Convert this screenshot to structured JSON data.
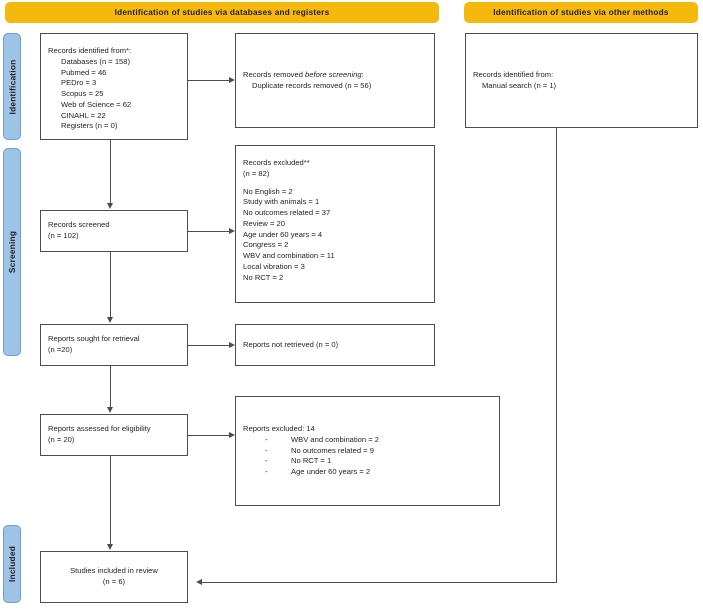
{
  "diagram": {
    "type": "prisma-2020-flow-diagram",
    "colors": {
      "banner": "#f5b80c",
      "rail": "#9dc3e6",
      "rail_border": "#6f9fd0",
      "box_border": "#4d4d4f",
      "text": "#231f20",
      "background": "#ffffff"
    }
  },
  "banners": {
    "databases": "Identification of studies via databases and registers",
    "other_methods": "Identification of studies via other methods"
  },
  "stages": [
    {
      "label": "Identification"
    },
    {
      "label": "Screening"
    },
    {
      "label": "Included"
    }
  ],
  "boxes": {
    "records_identified": {
      "heading": "Records identified from*:",
      "lines": [
        "Databases (n = 158)",
        "Pubmed = 46",
        "PEDro = 3",
        "Scopus = 25",
        "Web of Science = 62",
        "CINAHL = 22",
        "Registers (n = 0)"
      ]
    },
    "records_removed": {
      "line1_normal": "Records removed ",
      "line1_italic": "before screening",
      "line1_tail": ":",
      "line2": "Duplicate records removed (n = 56)"
    },
    "records_screened": {
      "line1": "Records screened",
      "line2": "(n = 102)"
    },
    "records_excluded": {
      "heading": "Records excluded**",
      "count": "(n = 82)",
      "reasons": [
        "No English = 2",
        "Study with animals = 1",
        "No outcomes related = 37",
        "Review = 20",
        "Age under 60 years = 4",
        "Congress = 2",
        "WBV and combination = 11",
        "Local vibration = 3",
        "No RCT = 2"
      ]
    },
    "reports_sought": {
      "line1": "Reports sought for retrieval",
      "line2": "(n =20)"
    },
    "reports_not_retrieved": {
      "line1": "Reports not retrieved (n = 0)"
    },
    "reports_assessed": {
      "line1": "Reports assessed for eligibility",
      "line2": "(n = 20)"
    },
    "reports_excluded": {
      "heading": "Reports excluded: 14",
      "bullet_marker": "-",
      "reasons": [
        "WBV and combination = 2",
        "No outcomes related = 9",
        "No RCT = 1",
        "Age under 60 years = 2"
      ]
    },
    "studies_included": {
      "line1": "Studies included in review",
      "line2": "(n = 6)"
    },
    "other_identified": {
      "heading": "Records identified from:",
      "lines": [
        "Manual search (n = 1)"
      ]
    }
  }
}
